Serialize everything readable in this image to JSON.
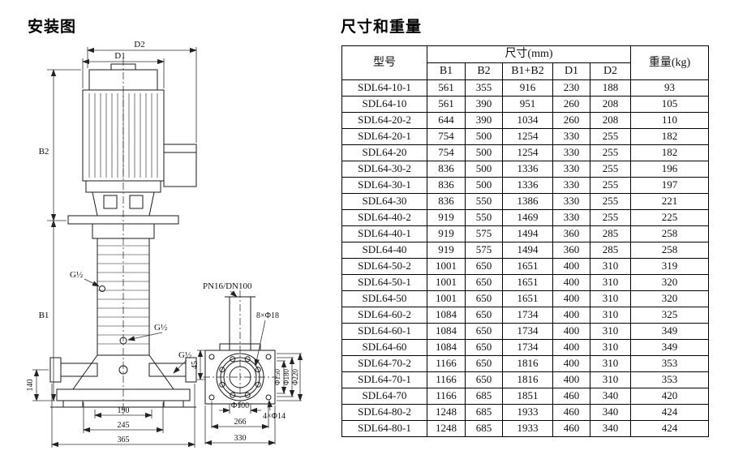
{
  "diagram": {
    "title": "安装图",
    "labels": {
      "d2": "D2",
      "d1": "D1",
      "b2": "B2",
      "b1": "B1",
      "g_half_top": "G½",
      "g_half_mid": "G½",
      "g_half_low": "G½",
      "pn": "PN16/DN100",
      "bolts8": "8×Φ18",
      "bolts4": "4×Φ14",
      "phi100": "Φ100",
      "phi150": "Φ150",
      "phi180": "Φ180",
      "phi220": "Φ220",
      "h140": "140",
      "h45": "45",
      "w190": "190",
      "w245": "245",
      "w365": "365",
      "w266": "266",
      "w330": "330"
    }
  },
  "table": {
    "title": "尺寸和重量",
    "header": {
      "model": "型号",
      "size_group": "尺寸(mm)",
      "size_cols": [
        "B1",
        "B2",
        "B1+B2",
        "D1",
        "D2"
      ],
      "weight": "重量(kg)"
    },
    "rows": [
      {
        "model": "SDL64-10-1",
        "b1": "561",
        "b2": "355",
        "b1_b2": "916",
        "d1": "230",
        "d2": "188",
        "weight": "93"
      },
      {
        "model": "SDL64-10",
        "b1": "561",
        "b2": "390",
        "b1_b2": "951",
        "d1": "260",
        "d2": "208",
        "weight": "105"
      },
      {
        "model": "SDL64-20-2",
        "b1": "644",
        "b2": "390",
        "b1_b2": "1034",
        "d1": "260",
        "d2": "208",
        "weight": "110"
      },
      {
        "model": "SDL64-20-1",
        "b1": "754",
        "b2": "500",
        "b1_b2": "1254",
        "d1": "330",
        "d2": "255",
        "weight": "182"
      },
      {
        "model": "SDL64-20",
        "b1": "754",
        "b2": "500",
        "b1_b2": "1254",
        "d1": "330",
        "d2": "255",
        "weight": "182"
      },
      {
        "model": "SDL64-30-2",
        "b1": "836",
        "b2": "500",
        "b1_b2": "1336",
        "d1": "330",
        "d2": "255",
        "weight": "196"
      },
      {
        "model": "SDL64-30-1",
        "b1": "836",
        "b2": "500",
        "b1_b2": "1336",
        "d1": "330",
        "d2": "255",
        "weight": "197"
      },
      {
        "model": "SDL64-30",
        "b1": "836",
        "b2": "550",
        "b1_b2": "1386",
        "d1": "330",
        "d2": "255",
        "weight": "221"
      },
      {
        "model": "SDL64-40-2",
        "b1": "919",
        "b2": "550",
        "b1_b2": "1469",
        "d1": "330",
        "d2": "255",
        "weight": "225"
      },
      {
        "model": "SDL64-40-1",
        "b1": "919",
        "b2": "575",
        "b1_b2": "1494",
        "d1": "360",
        "d2": "285",
        "weight": "258"
      },
      {
        "model": "SDL64-40",
        "b1": "919",
        "b2": "575",
        "b1_b2": "1494",
        "d1": "360",
        "d2": "285",
        "weight": "258"
      },
      {
        "model": "SDL64-50-2",
        "b1": "1001",
        "b2": "650",
        "b1_b2": "1651",
        "d1": "400",
        "d2": "310",
        "weight": "319"
      },
      {
        "model": "SDL64-50-1",
        "b1": "1001",
        "b2": "650",
        "b1_b2": "1651",
        "d1": "400",
        "d2": "310",
        "weight": "320"
      },
      {
        "model": "SDL64-50",
        "b1": "1001",
        "b2": "650",
        "b1_b2": "1651",
        "d1": "400",
        "d2": "310",
        "weight": "320"
      },
      {
        "model": "SDL64-60-2",
        "b1": "1084",
        "b2": "650",
        "b1_b2": "1734",
        "d1": "400",
        "d2": "310",
        "weight": "325"
      },
      {
        "model": "SDL64-60-1",
        "b1": "1084",
        "b2": "650",
        "b1_b2": "1734",
        "d1": "400",
        "d2": "310",
        "weight": "349"
      },
      {
        "model": "SDL64-60",
        "b1": "1084",
        "b2": "650",
        "b1_b2": "1734",
        "d1": "400",
        "d2": "310",
        "weight": "349"
      },
      {
        "model": "SDL64-70-2",
        "b1": "1166",
        "b2": "650",
        "b1_b2": "1816",
        "d1": "400",
        "d2": "310",
        "weight": "353"
      },
      {
        "model": "SDL64-70-1",
        "b1": "1166",
        "b2": "650",
        "b1_b2": "1816",
        "d1": "400",
        "d2": "310",
        "weight": "353"
      },
      {
        "model": "SDL64-70",
        "b1": "1166",
        "b2": "685",
        "b1_b2": "1851",
        "d1": "460",
        "d2": "340",
        "weight": "420"
      },
      {
        "model": "SDL64-80-2",
        "b1": "1248",
        "b2": "685",
        "b1_b2": "1933",
        "d1": "460",
        "d2": "340",
        "weight": "424"
      },
      {
        "model": "SDL64-80-1",
        "b1": "1248",
        "b2": "685",
        "b1_b2": "1933",
        "d1": "460",
        "d2": "340",
        "weight": "424"
      }
    ]
  }
}
